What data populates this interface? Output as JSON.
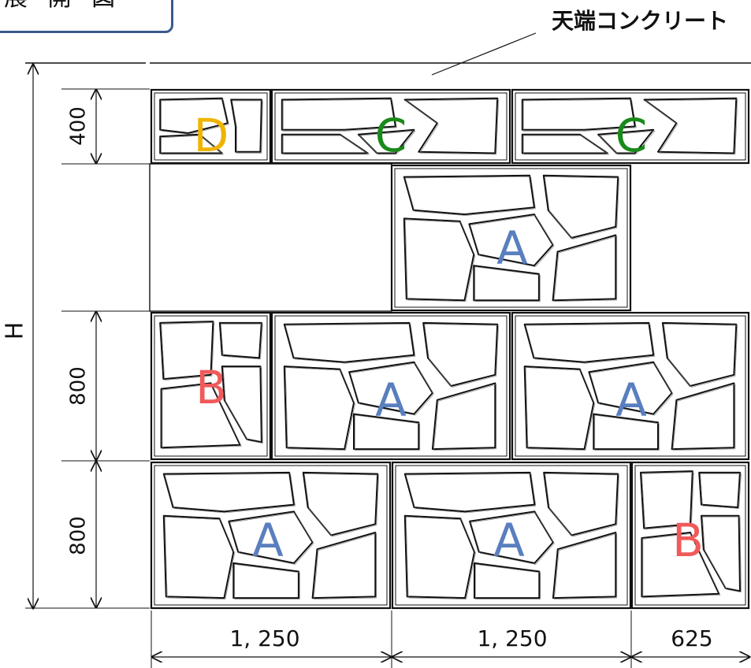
{
  "title": "展 開 図",
  "top_label": "天端コンクリート",
  "height_label": "H",
  "row_heights": [
    "400",
    "800",
    "800"
  ],
  "widths": [
    "1, 250",
    "1, 250",
    "625"
  ],
  "panel_letters": {
    "row1": [
      "D",
      "C",
      "C"
    ],
    "mid": [
      "A"
    ],
    "row3": [
      "B",
      "A",
      "A"
    ],
    "row4": [
      "A",
      "A",
      "B"
    ]
  },
  "colors": {
    "A": "#5a7fbf",
    "B": "#f05a5a",
    "C": "#1a8a1a",
    "D": "#f0b400",
    "line": "#111111",
    "title_border": "#3a5a8a"
  }
}
